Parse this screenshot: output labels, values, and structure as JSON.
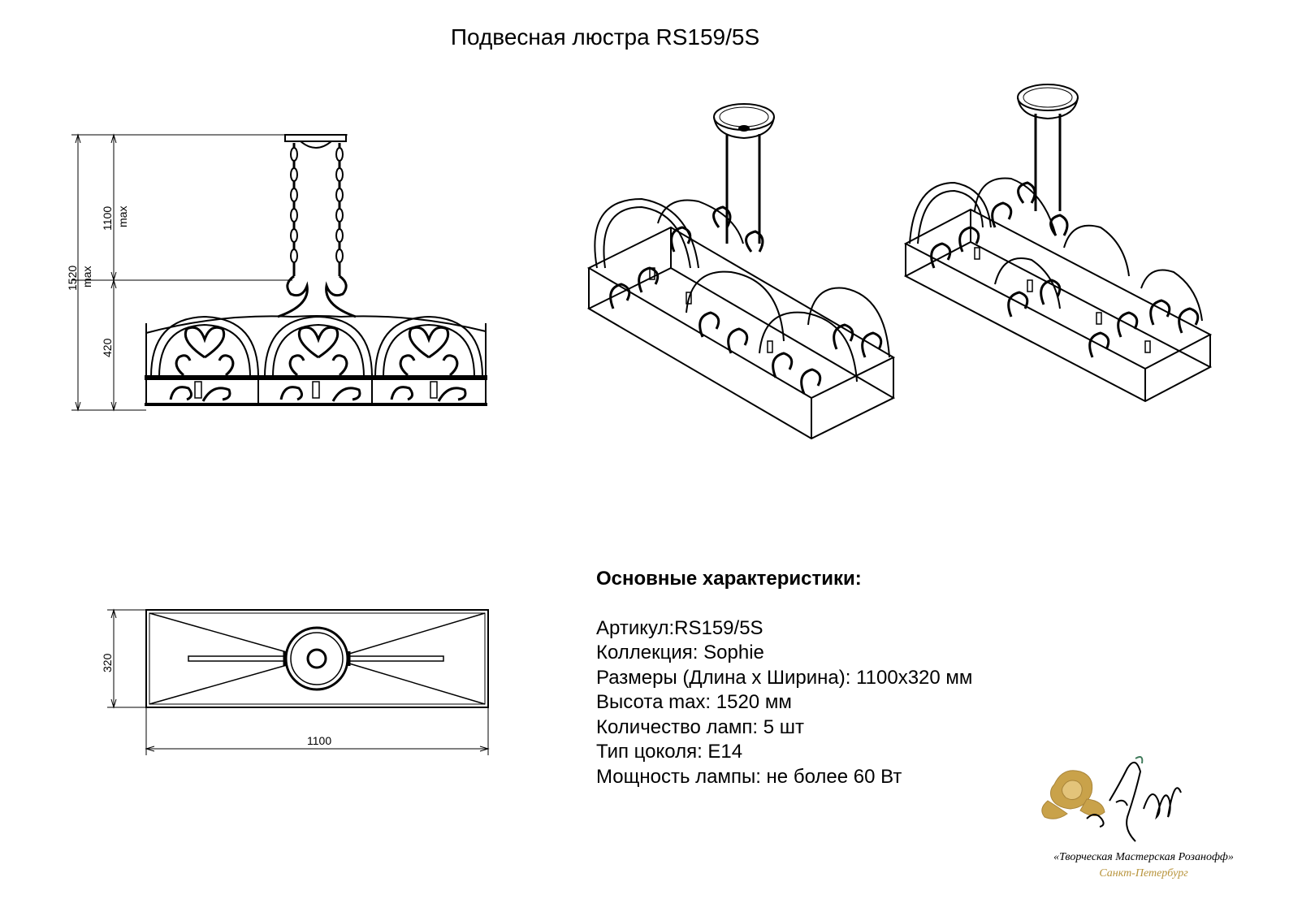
{
  "title": "Подвесная люстра RS159/5S",
  "dimensions": {
    "total_height": "1520",
    "total_height_note": "max",
    "suspension_height": "1100",
    "suspension_note": "max",
    "body_height": "420",
    "width": "320",
    "length": "1100"
  },
  "specs": {
    "heading": "Основные характеристики:",
    "rows": [
      "Артикул:RS159/5S",
      "Коллекция: Sophie",
      "Размеры (Длина х Ширина): 1100x320 мм",
      "Высота max: 1520 мм",
      "Количество ламп: 5 шт",
      "Тип цоколя: E14",
      "Мощность лампы: не более 60 Вт"
    ]
  },
  "logo": {
    "name": "«Творческая Мастерская Розанофф»",
    "city": "Санкт-Петербург",
    "accent_color": "#c9a24a"
  }
}
